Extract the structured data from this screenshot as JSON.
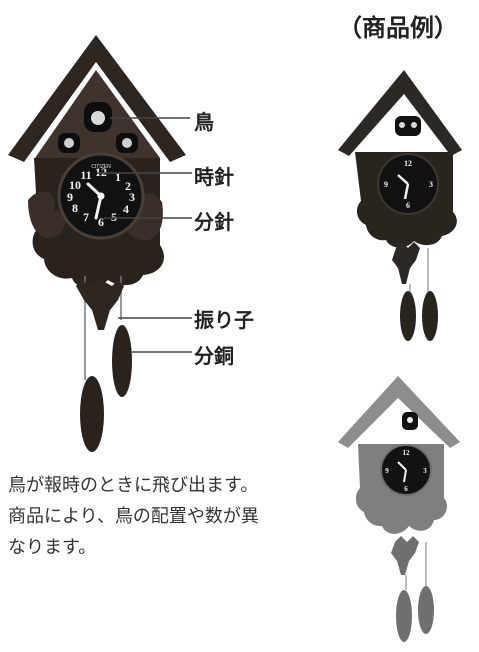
{
  "title": "（商品例）",
  "labels": {
    "bird": "鳥",
    "hour_hand": "時針",
    "minute_hand": "分針",
    "pendulum": "振り子",
    "weight": "分銅"
  },
  "clock_brand": "CITIZEN",
  "dial_numbers": [
    "12",
    "1",
    "2",
    "3",
    "4",
    "5",
    "6",
    "7",
    "8",
    "9",
    "10",
    "11"
  ],
  "description": [
    "鳥が報時のときに飛び出ます。",
    "商品により、鳥の配置や数が異",
    "なります。"
  ],
  "colors": {
    "wood_dark": "#2a221d",
    "wood_mid": "#5a4b40",
    "roof_gray": "#8f8f8f",
    "dial_black": "#111111",
    "text": "#222222"
  }
}
